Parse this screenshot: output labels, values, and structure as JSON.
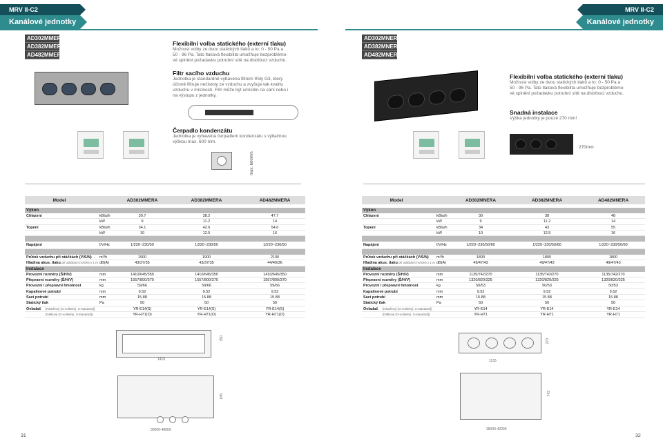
{
  "left_header": {
    "series": "MRV II-C2",
    "category": "Kanálové jednotky"
  },
  "right_header": {
    "series": "MRV II-C2",
    "category": "Kanálové jednotky"
  },
  "left_models": [
    "AD302MMERA",
    "AD382MMERA",
    "AD482MMERA"
  ],
  "right_models": [
    "AD302MNERA",
    "AD382MNERA",
    "AD482MNERA"
  ],
  "features_left": {
    "f1_title": "Flexibilní volba statického (externí tlaku)",
    "f1_text1": "Možnost volby ze dvou statických tlaků a to: 0 - 50 Pa a",
    "f1_text2": "50 - 96 Pa. Tato tlaková flexibilita umožňuje bezproblémo-",
    "f1_text3": "vé splnění požadavku potrubní sítě na distribuci vzduchu.",
    "f2_title": "Filtr sacího vzduchu",
    "f2_text1": "Jednotka je standardně vybavena filtrem třídy G3, který",
    "f2_text2": "účinně filtruje nečistoty ze vzduchu a zvyšuje tak kvalitu",
    "f2_text3": "vzduchu v místnosti. Filtr může být umístěn na sání nebo i",
    "f2_text4": "na výstupu z jednotky.",
    "f3_title": "Čerpadlo kondenzátu",
    "f3_text1": "Jednotka je vybavená čerpadlem kondenzátu s výtlačnou",
    "f3_text2": "výškou max. 600 mm.",
    "pump_label": "max. 600mm"
  },
  "features_right": {
    "f1_title": "Flexibilní volba statického (externí tlaku)",
    "f1_text1": "Možnost volby ze dvou statických tlaků a to: 0 - 50 Pa a",
    "f1_text2": "50 - 96 Pa. Tato tlaková flexibilita umožňuje bezproblémo-",
    "f1_text3": "vé splnění požadavku potrubní sítě na distribuci vzduchu.",
    "f2_title": "Snadná instalace",
    "f2_text1": "Výška jednotky je pouze 270 mm!",
    "height_label": "270mm"
  },
  "table_left": {
    "header": {
      "model": "Model",
      "c1": "AD302MMERA",
      "c2": "AD382MMERA",
      "c3": "AD482MMERA"
    },
    "vykon": "Výkon",
    "rows1": [
      {
        "label": "Chlazení",
        "unit": "kBtu/h",
        "v": [
          "30.7",
          "38.2",
          "47.7"
        ]
      },
      {
        "label": "",
        "unit": "kW",
        "v": [
          "9",
          "11.2",
          "14"
        ]
      },
      {
        "label": "Topení",
        "unit": "kBtu/h",
        "v": [
          "34.1",
          "42.6",
          "54.6"
        ]
      },
      {
        "label": "",
        "unit": "kW",
        "v": [
          "10",
          "12.5",
          "16"
        ]
      }
    ],
    "napajeni": {
      "label": "Napájení",
      "unit": "f/V/Hz",
      "v": [
        "1/220~230/50",
        "1/220~230/50",
        "1/220~230/50"
      ]
    },
    "prutok": {
      "label": "Průtok vzduchu při otáčkách (V/S/N)",
      "unit": "m³/h",
      "v": [
        "1900",
        "1900",
        "2100"
      ]
    },
    "hladina": {
      "label": "Hladina akus. tlaku",
      "sub": "při otáčkách (V/S/N) v 1 m",
      "unit": "dB(A)",
      "v": [
        "43/37/35",
        "43/37/35",
        "44/40/36"
      ]
    },
    "instalace": "Instalace",
    "rows2": [
      {
        "label": "Provozní rozměry (Š/H/V)",
        "unit": "mm",
        "v": [
          "1410/645/350",
          "1410/645/350",
          "1410/645/350"
        ]
      },
      {
        "label": "Přepravní rozměry (Š/H/V)",
        "unit": "mm",
        "v": [
          "1557/800/370",
          "1557/800/370",
          "1557/800/370"
        ]
      },
      {
        "label": "Provozní / přepravní hmotnost",
        "unit": "kg",
        "v": [
          "59/66",
          "59/66",
          "59/66"
        ]
      },
      {
        "label": "Kapalinové potrubí",
        "unit": "mm",
        "v": [
          "9.52",
          "9.52",
          "9.52"
        ]
      },
      {
        "label": "Sací potrubí",
        "unit": "mm",
        "v": [
          "15.88",
          "15.88",
          "15.88"
        ]
      },
      {
        "label": "Statický tlak",
        "unit": "Pa",
        "v": [
          "50",
          "50",
          "50"
        ]
      }
    ],
    "ovladac": "Ovladač",
    "ovl_rows": [
      {
        "sub": "[Nástěnný (O-volitelný, S-standard)]",
        "v": [
          "YR-E14(S)",
          "YR-E14(S)",
          "YR-E14(S)"
        ]
      },
      {
        "sub": "[Dálkový (O-volitelný, S-standard)]",
        "v": [
          "YR-H71(O)",
          "YR-H71(O)",
          "YR-H71(O)"
        ]
      }
    ]
  },
  "table_right": {
    "header": {
      "model": "Model",
      "c1": "AD302MNERA",
      "c2": "AD382MNERA",
      "c3": "AD482MNERA"
    },
    "vykon": "Výkon",
    "rows1": [
      {
        "label": "Chlazení",
        "unit": "kBtu/h",
        "v": [
          "30",
          "38",
          "48"
        ]
      },
      {
        "label": "",
        "unit": "kW",
        "v": [
          "9",
          "11.2",
          "14"
        ]
      },
      {
        "label": "Topení",
        "unit": "kBtu/h",
        "v": [
          "34",
          "43",
          "55"
        ]
      },
      {
        "label": "",
        "unit": "kW",
        "v": [
          "10",
          "12.5",
          "16"
        ]
      }
    ],
    "napajeni": {
      "label": "Napájení",
      "unit": "f/V/Hz",
      "v": [
        "1/220~230/50/60",
        "1/220~230/50/60",
        "1/220~230/50/60"
      ]
    },
    "prutok": {
      "label": "Průtok vzduchu při otáčkách (V/S/N)",
      "unit": "m³/h",
      "v": [
        "1800",
        "1800",
        "1800"
      ]
    },
    "hladina": {
      "label": "Hladina akus. tlaku",
      "sub": "při otáčkách (V/S/N) v 1 m",
      "unit": "dB(A)",
      "v": [
        "49/47/43",
        "49/47/43",
        "49/47/43"
      ]
    },
    "instalace": "Instalace",
    "rows2": [
      {
        "label": "Provozní rozměry (Š/H/V)",
        "unit": "mm",
        "v": [
          "1135/742/270",
          "1135/742/270",
          "1135/742/270"
        ]
      },
      {
        "label": "Přepravní rozměry (Š/H/V)",
        "unit": "mm",
        "v": [
          "1320/820/325",
          "1320/820/325",
          "1320/820/325"
        ]
      },
      {
        "label": "Provozní / přepravní hmotnost",
        "unit": "kg",
        "v": [
          "50/53",
          "50/53",
          "50/53"
        ]
      },
      {
        "label": "Kapalinové potrubí",
        "unit": "mm",
        "v": [
          "9.52",
          "9.52",
          "9.52"
        ]
      },
      {
        "label": "Sací potrubí",
        "unit": "mm",
        "v": [
          "15.88",
          "15.88",
          "15.88"
        ]
      },
      {
        "label": "Statický tlak",
        "unit": "Pa",
        "v": [
          "50",
          "50",
          "50"
        ]
      }
    ],
    "ovladac": "Ovladač",
    "ovl_rows": [
      {
        "sub": "[Nástěnný (O-volitelný, S-standard)]",
        "v": [
          "YR-E14",
          "YR-E14",
          "YR-E14"
        ]
      },
      {
        "sub": "[Dálkový (O-volitelný, S-standard)]",
        "v": [
          "YR-H71",
          "YR-H71",
          "YR-H71"
        ]
      }
    ]
  },
  "drawing_left": {
    "w": "1410",
    "h": "350",
    "d": "645",
    "range": "30000-48000"
  },
  "drawing_right": {
    "w": "1135",
    "h": "270",
    "d": "742",
    "range": "36000-42000"
  },
  "page_left": "31",
  "page_right": "32"
}
